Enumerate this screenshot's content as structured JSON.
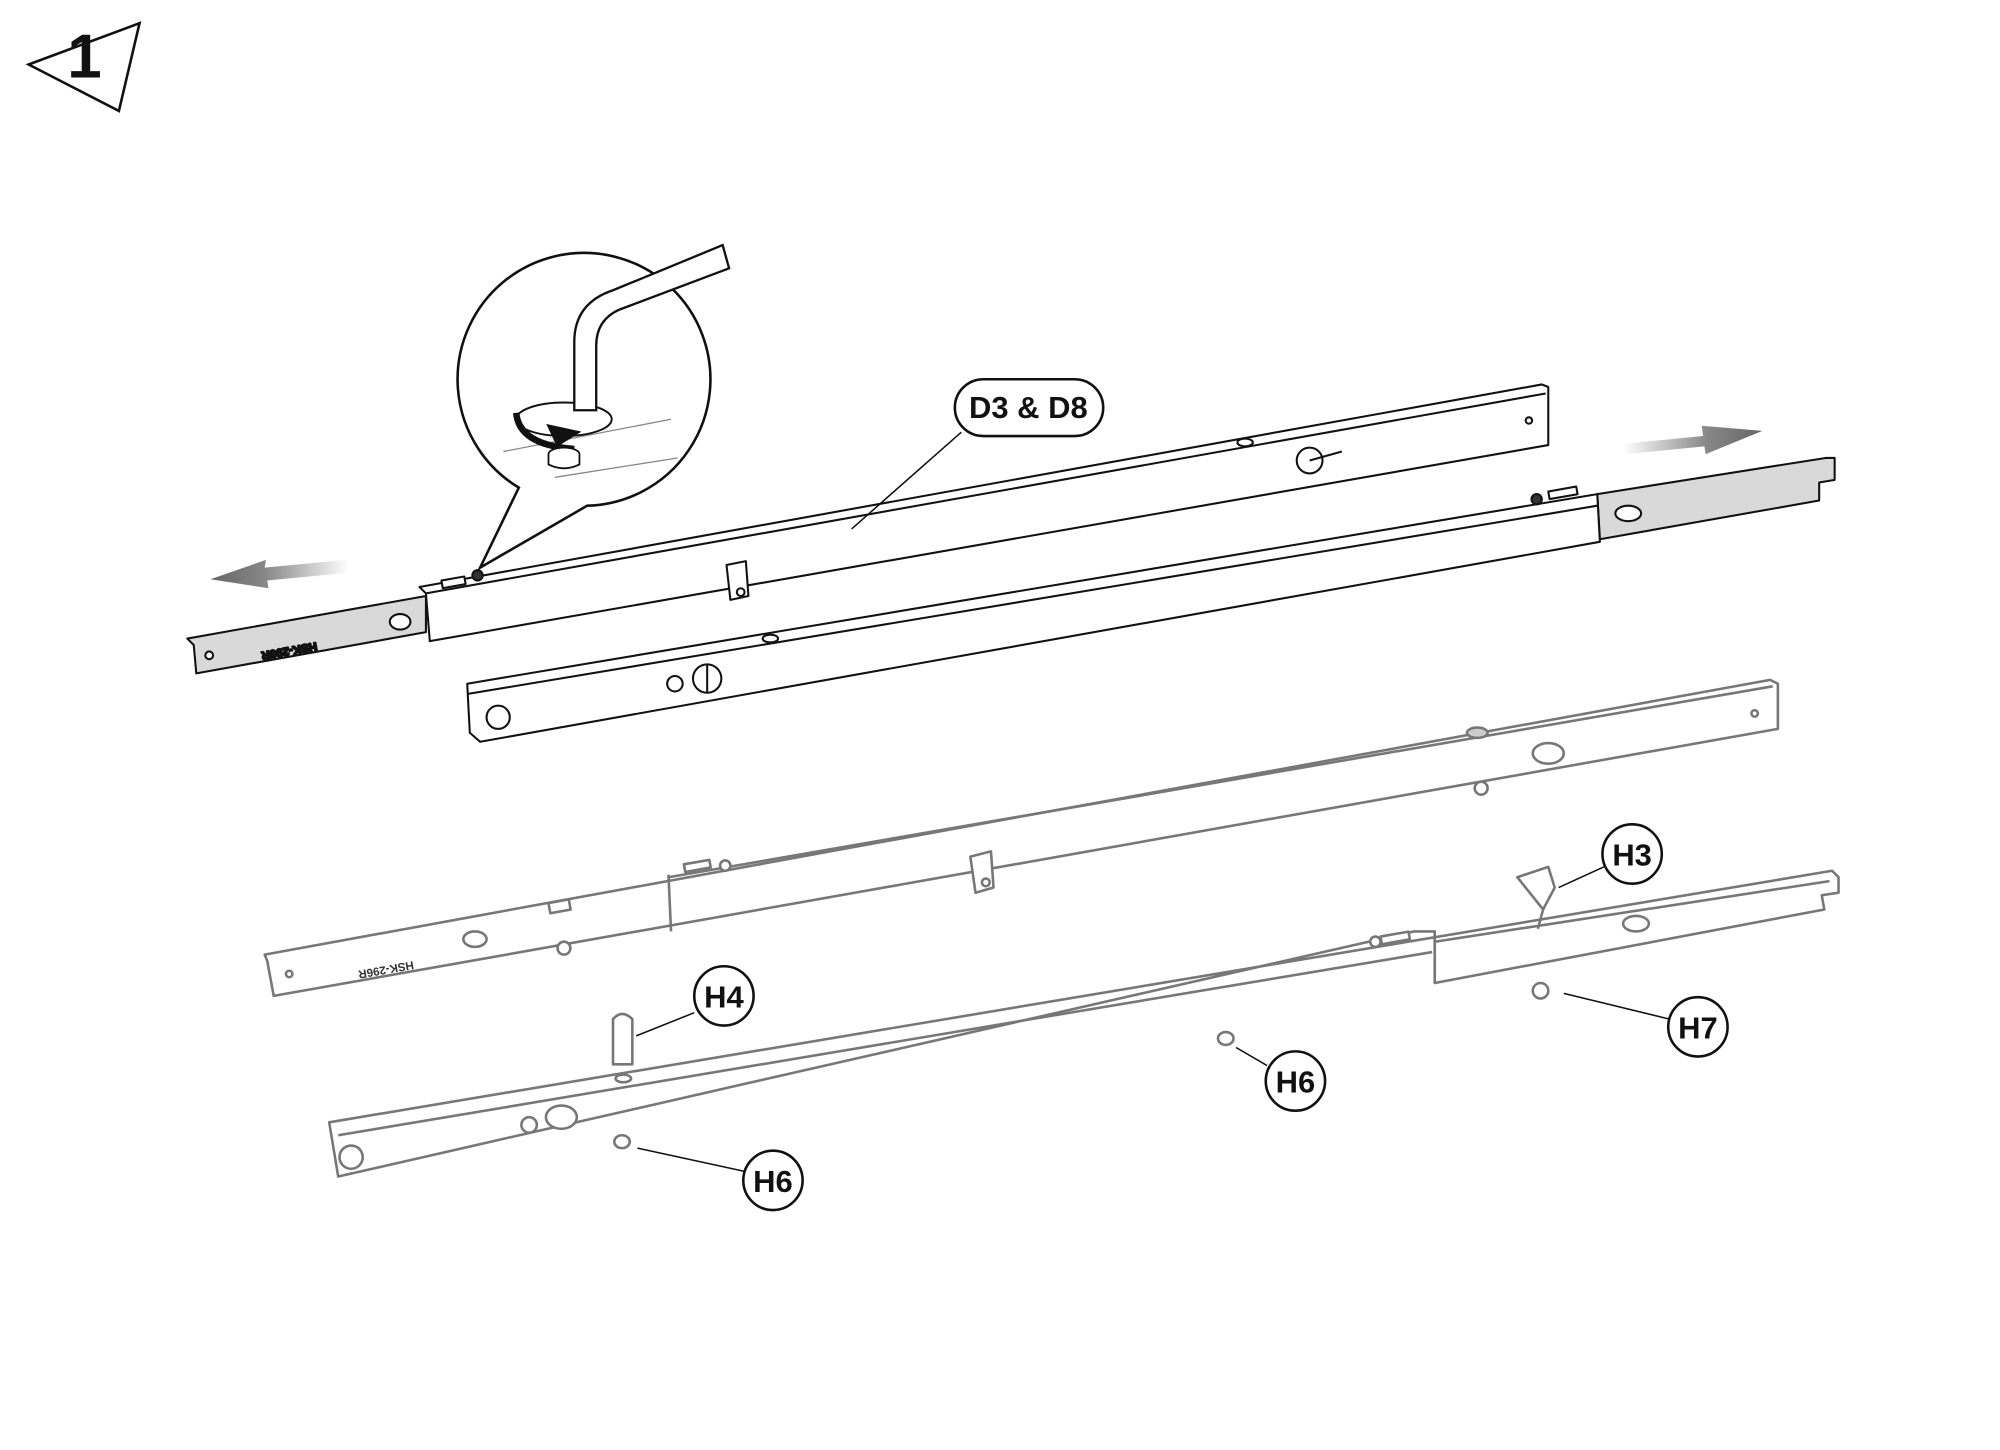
{
  "step": {
    "number": "1"
  },
  "callouts": {
    "rails": "D3 & D8",
    "h3": "H3",
    "h4": "H4",
    "h6_a": "H6",
    "h6_b": "H6",
    "h7": "H7"
  },
  "part_markings": {
    "top_slide": "HSK-296R",
    "bottom_slide": "HSK-296R"
  },
  "colors": {
    "ink": "#111111",
    "gray_outline": "#777777",
    "slide_fill": "#d9d9d9",
    "arrow": "#6a6a6a"
  }
}
